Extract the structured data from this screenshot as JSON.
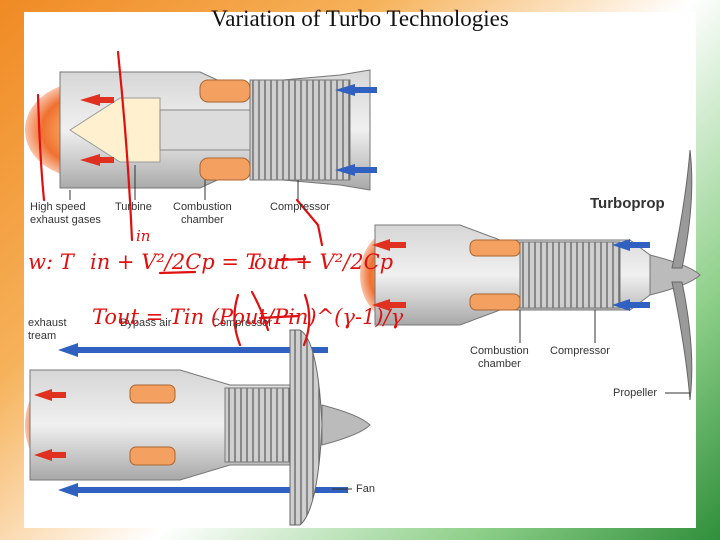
{
  "slide": {
    "title": "Variation of Turbo Technologies",
    "colors": {
      "flame": "#f07030",
      "exhaust_arrow": "#e03020",
      "intake_arrow": "#3060c0",
      "metal": "#b8b8b8",
      "ink": "#e01010"
    }
  },
  "turbojet": {
    "labels": {
      "exhaust": "High speed\nexhaust gases",
      "turbine": "Turbine",
      "combustion": "Combustion\nchamber",
      "compressor": "Compressor"
    }
  },
  "turboprop": {
    "title": "Turboprop",
    "labels": {
      "combustion": "Combustion\nchamber",
      "compressor": "Compressor",
      "propeller": "Propeller"
    }
  },
  "turbofan": {
    "labels": {
      "exhaust": "exhaust\ntream",
      "bypass": "Bypass air",
      "compressor": "Compressor",
      "fan": "Fan"
    }
  },
  "annotations": {
    "inlet_marker": "in",
    "energy_eq_left": "w: T",
    "energy_eq_mid": "in + V²/2Cp = T",
    "energy_eq_right": "out + V²/2Cp",
    "pressure_eq": "Tout = Tin (Pout/Pin)^(γ-1)/γ"
  }
}
